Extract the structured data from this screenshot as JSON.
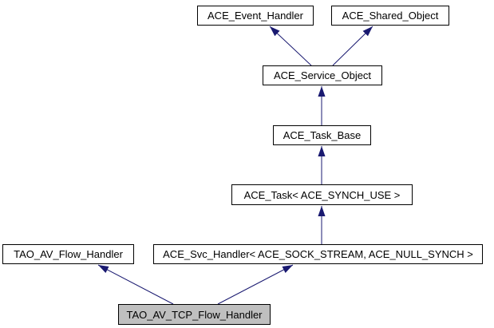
{
  "diagram": {
    "type": "class-inheritance-graph",
    "colors": {
      "edge": "#191970",
      "node_border": "#000000",
      "node_fill": "#ffffff",
      "node_text": "#000000",
      "highlight_fill": "#bfbfbf",
      "background": "#ffffff"
    },
    "nodes": [
      {
        "id": "ACE_Event_Handler",
        "label": "ACE_Event_Handler",
        "highlighted": false
      },
      {
        "id": "ACE_Shared_Object",
        "label": "ACE_Shared_Object",
        "highlighted": false
      },
      {
        "id": "ACE_Service_Object",
        "label": "ACE_Service_Object",
        "highlighted": false
      },
      {
        "id": "ACE_Task_Base",
        "label": "ACE_Task_Base",
        "highlighted": false
      },
      {
        "id": "ACE_Task",
        "label": "ACE_Task< ACE_SYNCH_USE >",
        "highlighted": false
      },
      {
        "id": "TAO_AV_Flow_Handler",
        "label": "TAO_AV_Flow_Handler",
        "highlighted": false
      },
      {
        "id": "ACE_Svc_Handler",
        "label": "ACE_Svc_Handler< ACE_SOCK_STREAM, ACE_NULL_SYNCH >",
        "highlighted": false
      },
      {
        "id": "TAO_AV_TCP_Flow_Handler",
        "label": "TAO_AV_TCP_Flow_Handler",
        "highlighted": true
      }
    ],
    "edges": [
      {
        "from": "ACE_Service_Object",
        "to": "ACE_Event_Handler"
      },
      {
        "from": "ACE_Service_Object",
        "to": "ACE_Shared_Object"
      },
      {
        "from": "ACE_Task_Base",
        "to": "ACE_Service_Object"
      },
      {
        "from": "ACE_Task",
        "to": "ACE_Task_Base"
      },
      {
        "from": "ACE_Svc_Handler",
        "to": "ACE_Task"
      },
      {
        "from": "TAO_AV_TCP_Flow_Handler",
        "to": "TAO_AV_Flow_Handler"
      },
      {
        "from": "TAO_AV_TCP_Flow_Handler",
        "to": "ACE_Svc_Handler"
      }
    ]
  }
}
